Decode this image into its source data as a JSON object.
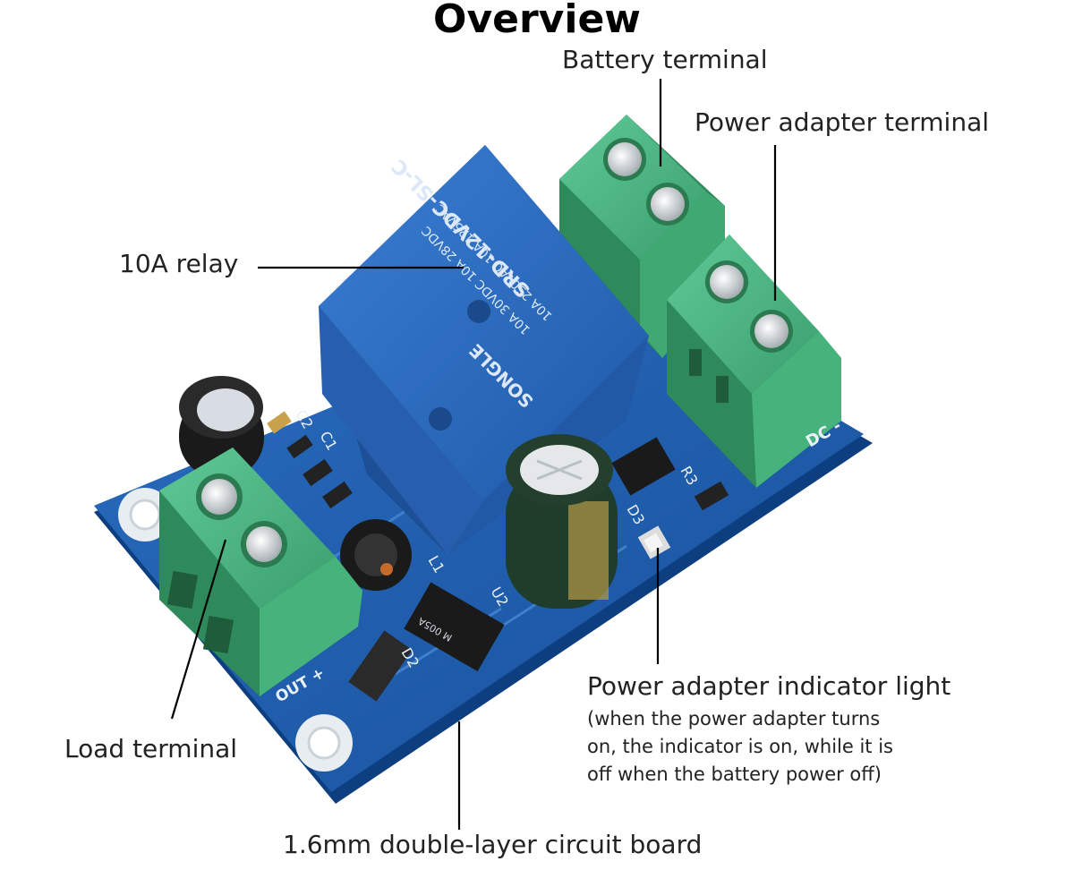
{
  "title": "Overview",
  "labels": {
    "battery_terminal": "Battery terminal",
    "power_adapter_terminal": "Power adapter terminal",
    "relay": "10A relay",
    "load_terminal": "Load terminal",
    "indicator_light": "Power adapter indicator light",
    "indicator_note": [
      "(when the power adapter turns",
      "on, the indicator is on, while it is",
      "off when the battery power off)"
    ],
    "circuit_board": "1.6mm double-layer circuit board"
  },
  "silkscreen": {
    "relay_lines": [
      "SRD-12VDC-SL-C",
      "10A 250VAC 10A 125VAC",
      "10A 30VDC 10A 28VDC"
    ],
    "relay_brand": "SONGLE",
    "dc_mark": "DC -",
    "out_mark": "OUT +",
    "component_refs": [
      "C2",
      "C1",
      "R3",
      "D3",
      "L1",
      "U2",
      "D2"
    ],
    "ic_marking": "M 005A"
  },
  "colors": {
    "pcb": "#1f5fb0",
    "relay": "#2f6fc4",
    "terminal": "#4db883",
    "capacitor": "#1f3d2a",
    "line": "#000000"
  }
}
